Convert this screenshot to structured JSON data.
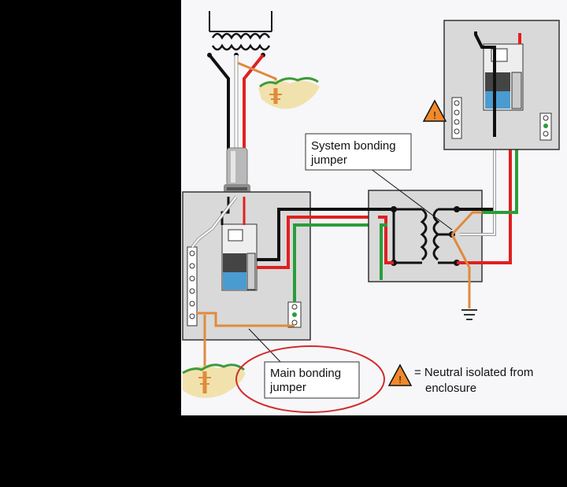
{
  "labels": {
    "system_bonding_jumper": [
      "System bonding",
      "jumper"
    ],
    "main_bonding_jumper": [
      "Main bonding",
      "jumper"
    ],
    "legend_warning_symbol": "!",
    "legend_text": [
      "= Neutral isolated from",
      "enclosure"
    ],
    "subpanel_warning_symbol": "!"
  },
  "colors": {
    "background_left": "#000000",
    "canvas": "#f7f7f9",
    "enclosure": "#d9d9d9",
    "wire_black": "#111111",
    "wire_red": "#e02020",
    "wire_green": "#2a9d3a",
    "wire_white": "#ffffff",
    "wire_bare": "#e08a3c",
    "highlight_ellipse": "#d22b2b",
    "warning": "#f08a2a"
  }
}
